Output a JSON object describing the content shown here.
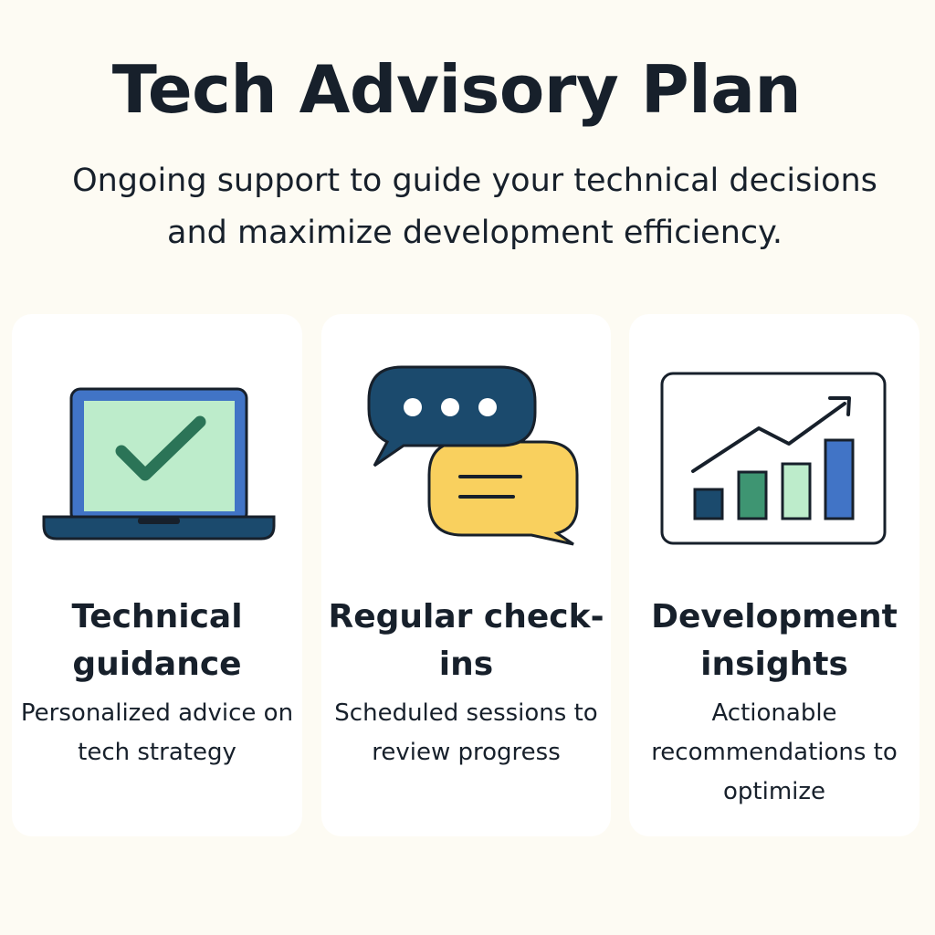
{
  "page": {
    "title": "Tech Advisory Plan",
    "subtitle": "Ongoing support to guide your technical decisions and maximize development efficiency."
  },
  "colors": {
    "background": "#fdfbf3",
    "card": "#ffffff",
    "ink": "#17202b",
    "navy": "#1b4a6d",
    "blue": "#4174c6",
    "mint": "#bdeccb",
    "green": "#3e9572",
    "check": "#2b7457",
    "yellow": "#f9d05e"
  },
  "features": [
    {
      "icon": "laptop-check-icon",
      "title": "Technical guidance",
      "description": "Personalized advice on tech strategy"
    },
    {
      "icon": "chat-bubbles-icon",
      "title": "Regular check-ins",
      "description": "Scheduled sessions to review progress"
    },
    {
      "icon": "growth-chart-icon",
      "title": "Development insights",
      "description": "Actionable recommendations to optimize"
    }
  ]
}
